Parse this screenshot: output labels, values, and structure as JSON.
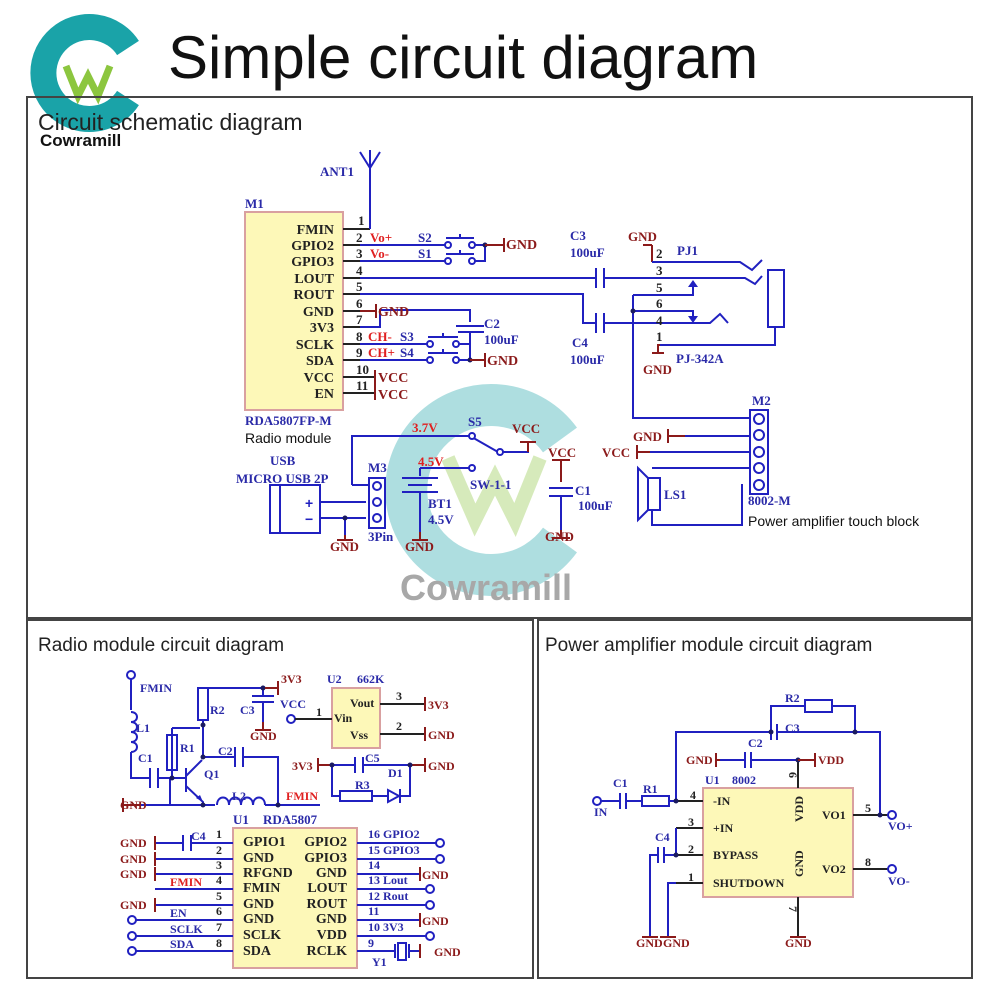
{
  "header": {
    "title": "Simple circuit diagram",
    "brand": "Cowramill"
  },
  "colors": {
    "wire": "#2020c0",
    "power": "#8b1a1a",
    "signal": "#e02020",
    "chip": "#fdf8b8",
    "logo": "#1aa3a8",
    "logo_w": "#8cc63f"
  },
  "watermark": {
    "text": "Cowramill"
  },
  "panels": {
    "top": "Circuit schematic diagram",
    "bottom_left": "Radio module circuit diagram",
    "bottom_right": "Power amplifier module circuit diagram"
  },
  "top": {
    "m1": {
      "ref": "M1",
      "part": "RDA5807FP-M",
      "desc": "Radio module",
      "pins": [
        "FMIN",
        "GPIO2",
        "GPIO3",
        "LOUT",
        "ROUT",
        "GND",
        "3V3",
        "SCLK",
        "SDA",
        "VCC",
        "EN"
      ],
      "numbers": [
        "1",
        "2",
        "3",
        "4",
        "5",
        "6",
        "7",
        "8",
        "9",
        "10",
        "11"
      ]
    },
    "ant": "ANT1",
    "nets": {
      "vo_plus": "Vo+",
      "vo_minus": "Vo-",
      "ch_minus": "CH-",
      "ch_plus": "CH+",
      "v37": "3.7V",
      "v45": "4.5V"
    },
    "gnd": "GND",
    "vcc": "VCC",
    "s1": "S1",
    "s2": "S2",
    "s3": "S3",
    "s4": "S4",
    "s5": "S5",
    "sw": "SW-1-1",
    "c2": "C2",
    "c2v": "100uF",
    "c3": "C3",
    "c3v": "100uF",
    "c4": "C4",
    "c4v": "100uF",
    "c1": "C1",
    "c1v": "100uF",
    "pj1": {
      "ref": "PJ1",
      "part": "PJ-342A",
      "numbers": [
        "2",
        "3",
        "5",
        "6",
        "4",
        "1"
      ]
    },
    "usb": {
      "name": "USB",
      "part": "MICRO USB 2P",
      "plus": "+",
      "minus": "−"
    },
    "m3": {
      "ref": "M3",
      "part": "3Pin"
    },
    "bt1": {
      "ref": "BT1",
      "value": "4.5V"
    },
    "m2": {
      "ref": "M2",
      "part": "8002-M",
      "desc": "Power amplifier touch block"
    },
    "ls1": "LS1"
  },
  "radio": {
    "fmin": "FMIN",
    "l1": "L1",
    "l2": "L2",
    "c1": "C1",
    "c2": "C2",
    "c3": "C3",
    "c4": "C4",
    "c5": "C5",
    "r1": "R1",
    "r2": "R2",
    "r3": "R3",
    "q1": "Q1",
    "d1": "D1",
    "y1": "Y1",
    "gnd": "GND",
    "v3v3": "3V3",
    "vcc": "VCC",
    "u2": {
      "ref": "U2",
      "part": "662K",
      "vout": "Vout",
      "vin": "Vin",
      "vss": "Vss",
      "p1": "1",
      "p2": "2",
      "p3": "3"
    },
    "u1": {
      "ref": "U1",
      "part": "RDA5807",
      "left": [
        "GPIO1",
        "GND",
        "RFGND",
        "FMIN",
        "GND",
        "GND",
        "SCLK",
        "SDA"
      ],
      "left_numbers": [
        "1",
        "2",
        "3",
        "4",
        "5",
        "6",
        "7",
        "8"
      ],
      "right": [
        "GPIO2",
        "GPIO3",
        "GND",
        "LOUT",
        "ROUT",
        "GND",
        "VDD",
        "RCLK"
      ],
      "right_labels": [
        "16 GPIO2",
        "15 GPIO3",
        "14",
        "13 Lout",
        "12 Rout",
        "11",
        "10 3V3",
        "9"
      ]
    },
    "nets": {
      "fmin": "FMIN",
      "en": "EN",
      "sclk": "SCLK",
      "sda": "SDA"
    }
  },
  "amp": {
    "u1": {
      "ref": "U1",
      "part": "8002",
      "pins": [
        "-IN",
        "+IN",
        "BYPASS",
        "SHUTDOWN"
      ],
      "vdd": "VDD",
      "gnd": "GND",
      "vo1": "VO1",
      "vo2": "VO2",
      "numbers": {
        "p1": "1",
        "p2": "2",
        "p3": "3",
        "p4": "4",
        "p5": "5",
        "p6": "6",
        "p7": "7",
        "p8": "8"
      }
    },
    "r1": "R1",
    "r2": "R2",
    "c1": "C1",
    "c2": "C2",
    "c3": "C3",
    "c4": "C4",
    "in": "IN",
    "vo_plus": "VO+",
    "vo_minus": "VO-",
    "gnd": "GND",
    "vdd": "VDD"
  }
}
